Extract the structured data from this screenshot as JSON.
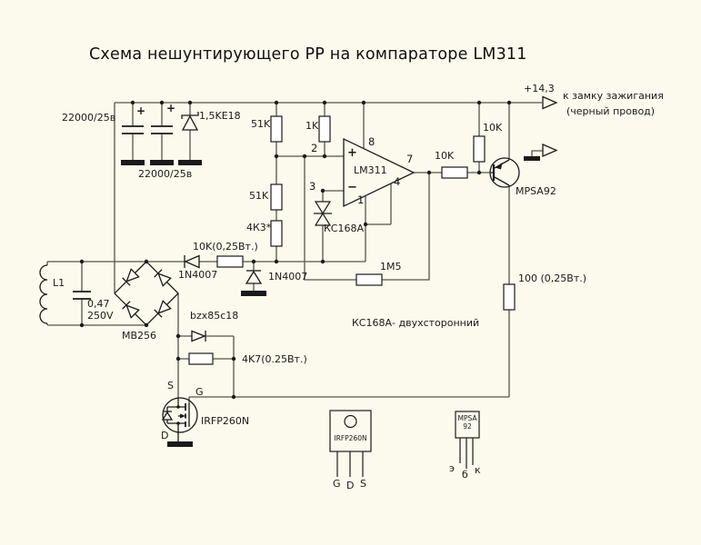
{
  "colors": {
    "background": "#fbfaec",
    "wire": "#55544a",
    "ink": "#1a1a1a"
  },
  "title": "Схема нешунтирующего РР на компараторе LM311",
  "power_filter": {
    "c1": "22000/25в",
    "c1_polarity": "+",
    "c2": "22000/25в",
    "c2_polarity": "+",
    "tvs": "1,5KE18"
  },
  "divider": {
    "r_top": "51K",
    "r_mid": "51K",
    "r_bottom": "4К3*",
    "r_ref": "1K"
  },
  "comparator": {
    "ic": "LM311",
    "pin1": "1",
    "pin2": "2",
    "pin3": "3",
    "pin4": "4",
    "pin7": "7",
    "pin8": "8",
    "noninv": "+",
    "inv": "−",
    "input_zener": "КС168А",
    "zener_note": "КС168А- двухсторонний"
  },
  "sense_network": {
    "d_series": "1N4007",
    "r_series": "10K(0,25Вт.)",
    "d_clamp": "1N4007",
    "r_feedback": "1М5"
  },
  "driver": {
    "r_out": "10K",
    "r_pullup": "10K",
    "transistor": "MPSA92",
    "r_gate": "100 (0,25Вт.)"
  },
  "output_terminals": {
    "voltage": "+14,3",
    "dest_line1": "к замку зажигания",
    "dest_line2": "(черный провод)"
  },
  "generator": {
    "coil": "L1",
    "cap": "0,47",
    "cap_voltage": "250V",
    "bridge": "MB256"
  },
  "gate_protection": {
    "zener": "bzx85c18",
    "resistor": "4K7(0.25Вт.)"
  },
  "mosfet": {
    "part": "IRFP260N",
    "source": "S",
    "gate": "G",
    "drain": "D"
  },
  "pinouts": {
    "irfp260n": {
      "name": "IRFP260N",
      "pin1": "G",
      "pin2": "D",
      "pin3": "S"
    },
    "mpsa92": {
      "name_line1": "MPSA",
      "name_line2": "92",
      "pin1": "э",
      "pin2": "б",
      "pin3": "к"
    }
  }
}
